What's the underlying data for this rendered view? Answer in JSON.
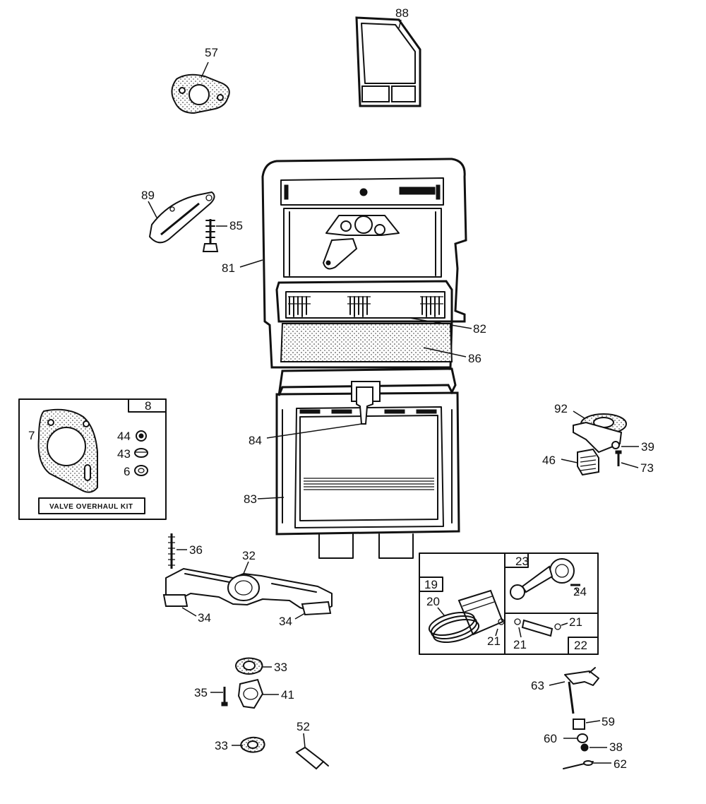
{
  "labels": {
    "p88": "88",
    "p57": "57",
    "p89": "89",
    "p85": "85",
    "p81": "81",
    "p82": "82",
    "p86": "86",
    "p84": "84",
    "p83": "83",
    "p8": "8",
    "p7": "7",
    "p44": "44",
    "p43": "43",
    "p6": "6",
    "p92": "92",
    "p39": "39",
    "p46": "46",
    "p73": "73",
    "p36": "36",
    "p32": "32",
    "p34a": "34",
    "p34b": "34",
    "p23": "23",
    "p24": "24",
    "p19": "19",
    "p20": "20",
    "p21a": "21",
    "p21b": "21",
    "p21c": "21",
    "p22": "22",
    "p33a": "33",
    "p35": "35",
    "p41": "41",
    "p33b": "33",
    "p52": "52",
    "p63": "63",
    "p59": "59",
    "p60": "60",
    "p38": "38",
    "p62": "62"
  },
  "kit": {
    "title": "VALVE OVERHAUL KIT"
  }
}
